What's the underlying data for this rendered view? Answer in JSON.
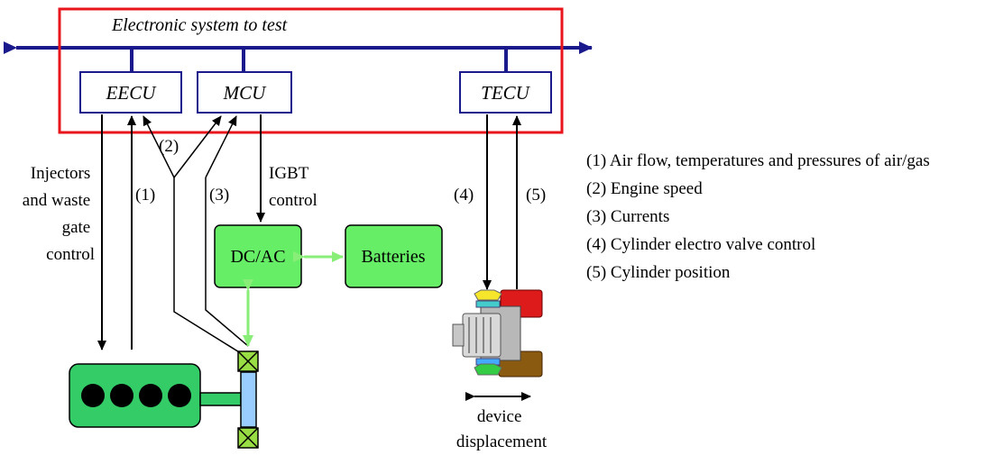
{
  "system": {
    "title": "Electronic system to test"
  },
  "units": {
    "eecu": "EECU",
    "mcu": "MCU",
    "tecu": "TECU"
  },
  "blocks": {
    "dcac": "DC/AC",
    "batteries": "Batteries"
  },
  "labels": {
    "injectors": [
      "Injectors",
      "and waste",
      "gate",
      "control"
    ],
    "igbt": [
      "IGBT",
      "control"
    ],
    "n1": "(1)",
    "n2": "(2)",
    "n3": "(3)",
    "n4": "(4)",
    "n5": "(5)",
    "device": [
      "device",
      "displacement"
    ]
  },
  "legend": [
    "(1) Air flow, temperatures and pressures of air/gas",
    "(2) Engine speed",
    "(3) Currents",
    "(4) Cylinder electro valve control",
    "(5) Cylinder position"
  ],
  "colors": {
    "bus": "#1a1a8c",
    "frame": "#e8161b",
    "unit_border": "#1a1a8c",
    "block_fill": "#66ee66",
    "engine_fill": "#33cc66",
    "light_link": "#88ee77",
    "shaft": "#99ccff",
    "coupling": "#99dd44"
  }
}
